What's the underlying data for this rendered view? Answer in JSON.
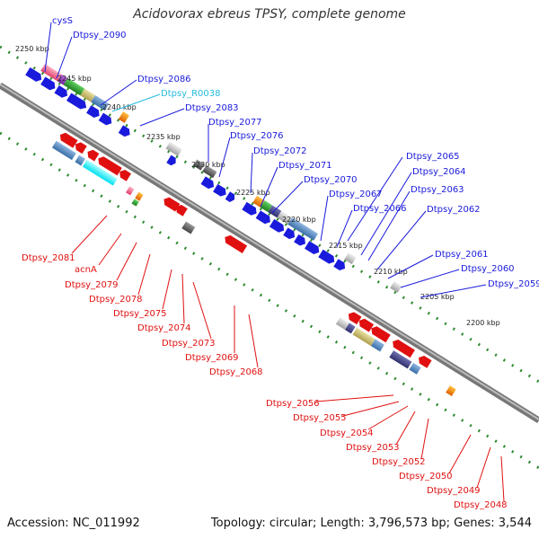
{
  "title": "Acidovorax ebreus TPSY, complete genome",
  "footer": {
    "accession": "Accession: NC_011992",
    "summary": "Topology: circular; Length: 3,796,573 bp; Genes: 3,544"
  },
  "colors": {
    "forward_gene": "#1a1adc",
    "reverse_gene": "#e01010",
    "rna_label": "#22bbdd",
    "backbone": "#888888",
    "gc_dots": "#2e8b2e"
  },
  "scale_labels": [
    {
      "id": "2250",
      "text": "2250 kbp"
    },
    {
      "id": "2245",
      "text": "2245 kbp"
    },
    {
      "id": "2240",
      "text": "2240 kbp"
    },
    {
      "id": "2235",
      "text": "2235 kbp"
    },
    {
      "id": "2230",
      "text": "2230 kbp"
    },
    {
      "id": "2225",
      "text": "2225 kbp"
    },
    {
      "id": "2220",
      "text": "2220 kbp"
    },
    {
      "id": "2215",
      "text": "2215 kbp"
    },
    {
      "id": "2210",
      "text": "2210 kbp"
    },
    {
      "id": "2205",
      "text": "2205 kbp"
    },
    {
      "id": "2200",
      "text": "2200 kbp"
    }
  ],
  "top_genes": [
    {
      "id": "cysS",
      "label": "cysS",
      "kind": "gene"
    },
    {
      "id": "2090",
      "label": "Dtpsy_2090",
      "kind": "gene"
    },
    {
      "id": "2086",
      "label": "Dtpsy_2086",
      "kind": "gene"
    },
    {
      "id": "R0038",
      "label": "Dtpsy_R0038",
      "kind": "rna"
    },
    {
      "id": "2083",
      "label": "Dtpsy_2083",
      "kind": "gene"
    },
    {
      "id": "2077",
      "label": "Dtpsy_2077",
      "kind": "gene"
    },
    {
      "id": "2076",
      "label": "Dtpsy_2076",
      "kind": "gene"
    },
    {
      "id": "2072",
      "label": "Dtpsy_2072",
      "kind": "gene"
    },
    {
      "id": "2071",
      "label": "Dtpsy_2071",
      "kind": "gene"
    },
    {
      "id": "2070",
      "label": "Dtpsy_2070",
      "kind": "gene"
    },
    {
      "id": "2065",
      "label": "Dtpsy_2065",
      "kind": "gene"
    },
    {
      "id": "2064",
      "label": "Dtpsy_2064",
      "kind": "gene"
    },
    {
      "id": "2067",
      "label": "Dtpsy_2067",
      "kind": "gene"
    },
    {
      "id": "2066",
      "label": "Dtpsy_2066",
      "kind": "gene"
    },
    {
      "id": "2063",
      "label": "Dtpsy_2063",
      "kind": "gene"
    },
    {
      "id": "2062",
      "label": "Dtpsy_2062",
      "kind": "gene"
    },
    {
      "id": "2061",
      "label": "Dtpsy_2061",
      "kind": "gene"
    },
    {
      "id": "2060",
      "label": "Dtpsy_2060",
      "kind": "gene"
    },
    {
      "id": "2059",
      "label": "Dtpsy_2059",
      "kind": "gene"
    }
  ],
  "bottom_genes": [
    {
      "id": "2081",
      "label": "Dtpsy_2081"
    },
    {
      "id": "acnA",
      "label": "acnA"
    },
    {
      "id": "2079",
      "label": "Dtpsy_2079"
    },
    {
      "id": "2078",
      "label": "Dtpsy_2078"
    },
    {
      "id": "2075",
      "label": "Dtpsy_2075"
    },
    {
      "id": "2074",
      "label": "Dtpsy_2074"
    },
    {
      "id": "2073",
      "label": "Dtpsy_2073"
    },
    {
      "id": "2069",
      "label": "Dtpsy_2069"
    },
    {
      "id": "2068",
      "label": "Dtpsy_2068"
    },
    {
      "id": "2056",
      "label": "Dtpsy_2056"
    },
    {
      "id": "2055",
      "label": "Dtpsy_2055"
    },
    {
      "id": "2054",
      "label": "Dtpsy_2054"
    },
    {
      "id": "2053",
      "label": "Dtpsy_2053"
    },
    {
      "id": "2052",
      "label": "Dtpsy_2052"
    },
    {
      "id": "2050",
      "label": "Dtpsy_2050"
    },
    {
      "id": "2049",
      "label": "Dtpsy_2049"
    },
    {
      "id": "2048",
      "label": "Dtpsy_2048"
    }
  ]
}
